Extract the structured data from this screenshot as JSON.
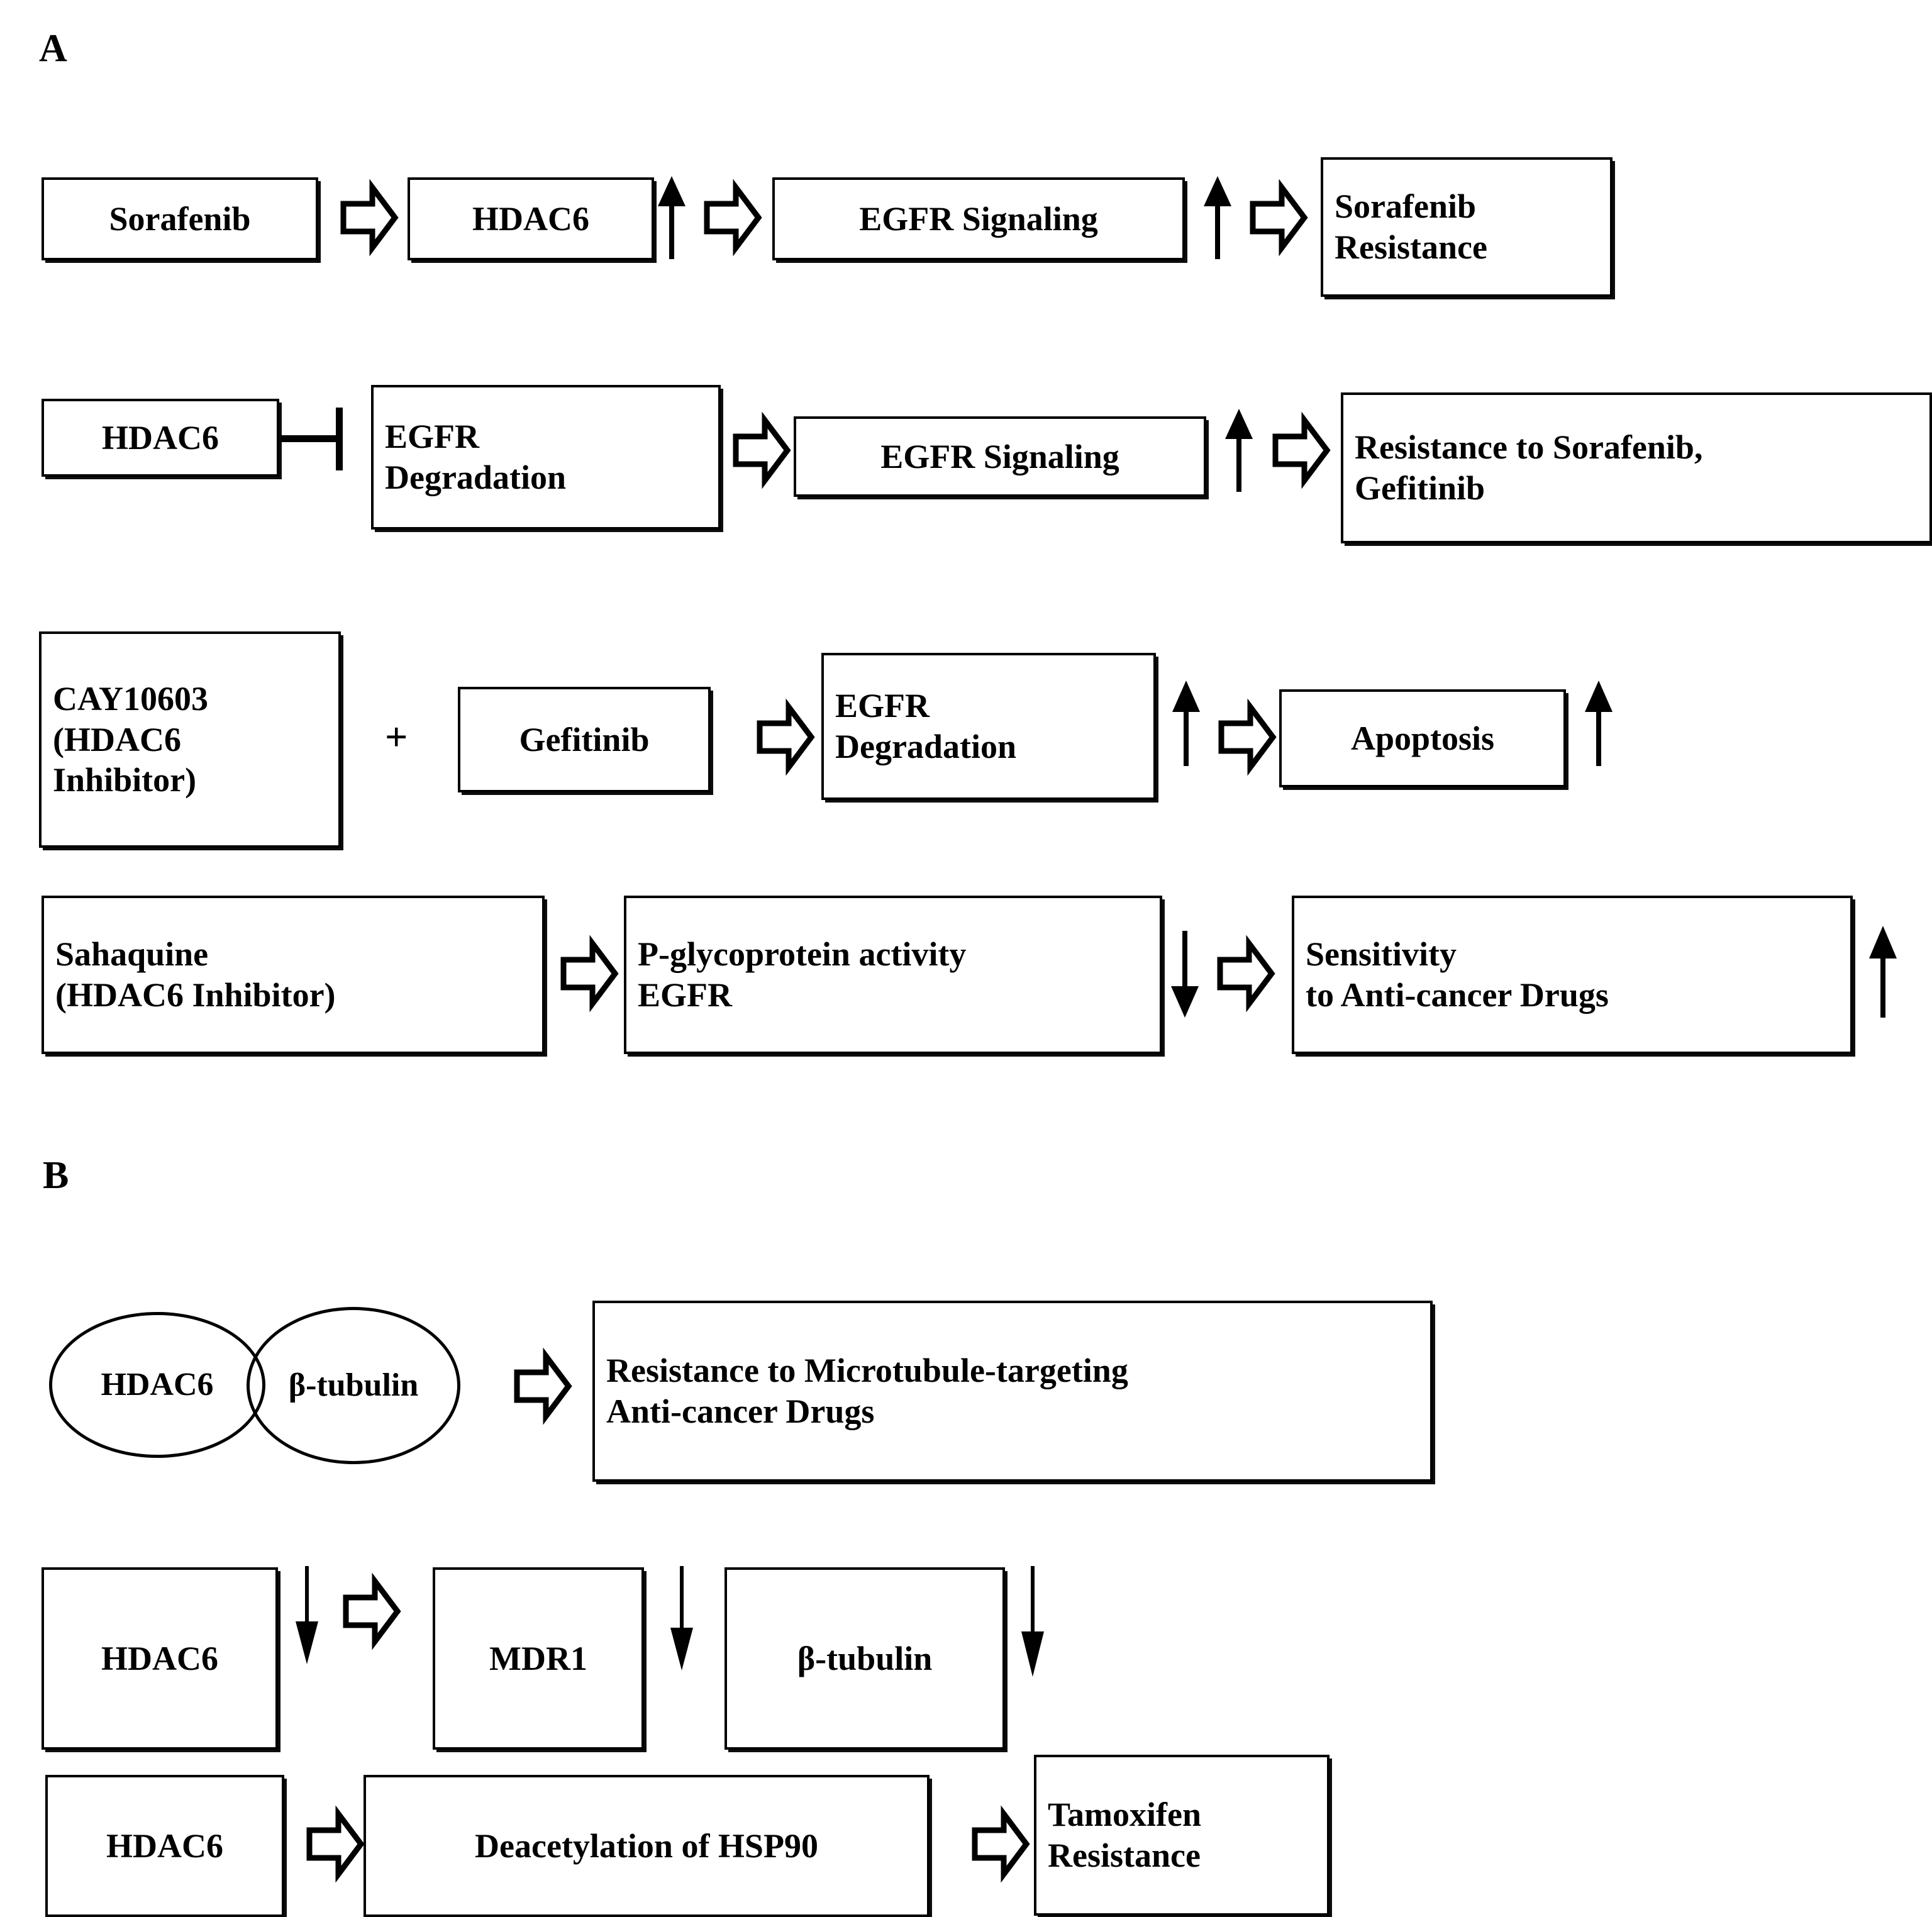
{
  "figure": {
    "type": "pathway-diagram",
    "background": "#ffffff",
    "stroke_color": "#000000"
  },
  "panels": [
    {
      "letter": "A",
      "rows": [
        {
          "id": "a-row-1",
          "nodes": [
            {
              "label": "Sorafenib"
            },
            {
              "label": "HDAC6"
            },
            {
              "label": "EGFR Signaling"
            },
            {
              "label": "Sorafenib\nResistance"
            }
          ],
          "connectors": [
            "block-arrow-right",
            "up-arrow",
            "block-arrow-right",
            "up-arrow",
            "block-arrow-right"
          ]
        },
        {
          "id": "a-row-2",
          "nodes": [
            {
              "label": "HDAC6"
            },
            {
              "label": "EGFR\nDegradation"
            },
            {
              "label": "EGFR Signaling"
            },
            {
              "label": "Resistance to Sorafenib,\nGefitinib"
            }
          ],
          "connectors": [
            "inhibition-bar",
            "block-arrow-right",
            "up-arrow",
            "block-arrow-right"
          ]
        },
        {
          "id": "a-row-3",
          "nodes": [
            {
              "label": "CAY10603\n(HDAC6\nInhibitor)"
            },
            {
              "label": "Gefitinib"
            },
            {
              "label": "EGFR\nDegradation"
            },
            {
              "label": "Apoptosis"
            }
          ],
          "connectors": [
            "plus",
            "block-arrow-right",
            "up-arrow",
            "block-arrow-right",
            "up-arrow"
          ],
          "plus_symbol": "+"
        },
        {
          "id": "a-row-4",
          "nodes": [
            {
              "label": "Sahaquine\n(HDAC6 Inhibitor)"
            },
            {
              "label": "P-glycoprotein activity\nEGFR"
            },
            {
              "label": "Sensitivity\nto Anti-cancer Drugs"
            }
          ],
          "connectors": [
            "block-arrow-right",
            "down-arrow",
            "block-arrow-right",
            "up-arrow"
          ]
        }
      ]
    },
    {
      "letter": "B",
      "rows": [
        {
          "id": "b-row-1",
          "ellipses": [
            {
              "label": "HDAC6"
            },
            {
              "label": "β-tubulin"
            }
          ],
          "nodes": [
            {
              "label": "Resistance to Microtubule-targeting\nAnti-cancer Drugs"
            }
          ],
          "connectors": [
            "block-arrow-right"
          ]
        },
        {
          "id": "b-row-2",
          "nodes": [
            {
              "label": "HDAC6"
            },
            {
              "label": "MDR1"
            },
            {
              "label": "β-tubulin"
            }
          ],
          "connectors": [
            "down-arrow",
            "block-arrow-right",
            "down-arrow",
            "down-arrow"
          ]
        },
        {
          "id": "b-row-3",
          "nodes": [
            {
              "label": "HDAC6"
            },
            {
              "label": "Deacetylation of HSP90"
            },
            {
              "label": "Tamoxifen\nResistance"
            }
          ],
          "connectors": [
            "block-arrow-right",
            "block-arrow-right"
          ]
        }
      ]
    }
  ]
}
